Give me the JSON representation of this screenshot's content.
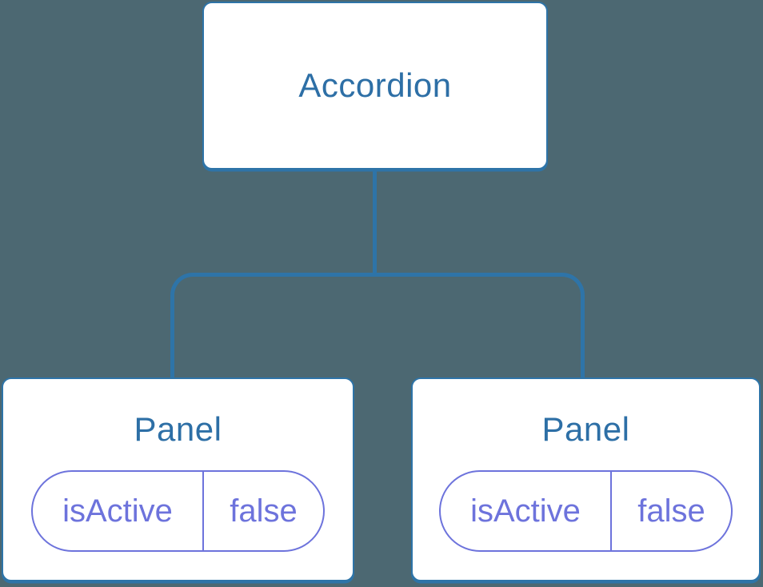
{
  "diagram": {
    "type": "component-tree",
    "colors": {
      "background": "#4C6872",
      "connector_line": "#2E74A8",
      "node_background": "#FFFFFF",
      "node_title_text": "#2D6FA6",
      "prop_pill": "#6D73DC"
    },
    "root": {
      "label": "Accordion"
    },
    "children": [
      {
        "label": "Panel",
        "props": [
          {
            "name": "isActive",
            "value": "false"
          }
        ]
      },
      {
        "label": "Panel",
        "props": [
          {
            "name": "isActive",
            "value": "false"
          }
        ]
      }
    ]
  }
}
